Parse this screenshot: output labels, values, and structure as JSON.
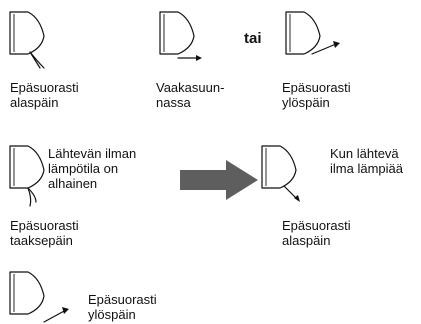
{
  "labels": {
    "diag1": "Epäsuorasti\nalaspäin",
    "diag2": "Vaakasuun-\nnassa",
    "tai": "tai",
    "diag3": "Epäsuorasti\nylöspäin",
    "low_temp_note": "Lähtevän ilman\nlämpötila on\nalhainen",
    "diag4": "Epäsuorasti\ntaaksepäin",
    "warm_note": "Kun lähtevä\nilma lämpiää",
    "diag5": "Epäsuorasti\nalaspäin",
    "diag6": "Epäsuorasti\nylöspäin"
  },
  "colors": {
    "arrow": "#5e5e5e",
    "line": "#111111"
  }
}
